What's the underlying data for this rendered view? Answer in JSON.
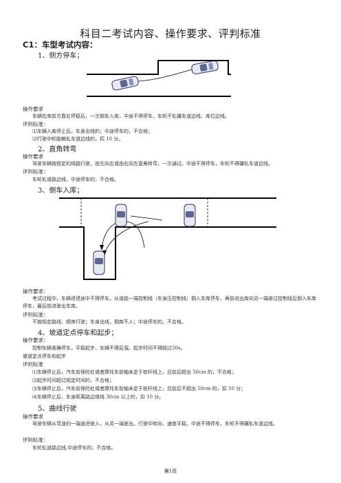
{
  "doc": {
    "title": "科目二考试内容、操作要求、评判标准",
    "section_c1": "C1：车型考试内容：",
    "footer": "第1页"
  },
  "s1": {
    "heading": "1、侧方停车；",
    "req_label": "操作要求",
    "req_text": "车辆在库前方靠右停稳后，一次倒车入库，中途不得停车，车轮不轧碾车道边线、库位边线。",
    "std_label": "评判标准：",
    "std_1": "⑴车辆入库停止后，车身出线的；中途停车的，不合格；",
    "std_2": "⑵行驶中轮胎触轧车道边线的，扣 10 分。"
  },
  "s2": {
    "heading": "2、直角转弯",
    "req_label": "操作要求",
    "req_text": "驾驶车辆按规定的线路行驶，由左向右或由右向左直角转弯，一次通过。中途不得停车，车轮不得碾轧车道边线。",
    "std_label": "评判标准：",
    "std_1": "车轮轧道路边线，中途停车的，不合格。"
  },
  "s3": {
    "heading": "3、倒车入库；",
    "req_label": "操作要求：",
    "req_text": "考试过程中，车辆进退途中不得停车。从道路一端控制线（车身压控制线）倒入车库停车，再前进出库向另一端驶过控制线后倒入车库停车，最后前进驶出车库。",
    "std_label": "评判标准：",
    "std_1": "不按规定路线、顺序行驶；车身出线，倒库不入；中途停车的，不合格。"
  },
  "s4": {
    "heading": "4、坡道定点停车和起步；",
    "req_label": "操作要求：",
    "req_text": "控制车辆准确停车，平稳起步，车辆不得后溜。起步时间不得超过30s。",
    "sub": "坡道定点停车和起步",
    "std_label": "评判标准",
    "std_1": "⑴车辆停止后，汽车前保险杠或者摩托车前轴未定于桩杆线上，且前后超出 50cm 的，不合格；",
    "std_2": "⑵起步时间超过规定时间的，不合格；",
    "std_3": "⑶车辆停止后，汽车前保险杠或者摩托车前轴未定于桩杆线上，且前后不超出 50cm 的，扣 10 分；",
    "std_4": "⑷车辆停止后，车身距离路边缘线 30cm 以上的，扣 10 分。"
  },
  "s5": {
    "heading": "5、曲线行驶",
    "req_label": "操作要求",
    "req_text": "驾驶车辆从弯道的一端道进驶入，从另一端驶出。行驶中转向、速度平稳。中途不得停车，车轮不得碾轧车道边线。",
    "std_label": "评判标准：",
    "std_1": "车轮轧道路边线,中途停车的，不合格。"
  }
}
